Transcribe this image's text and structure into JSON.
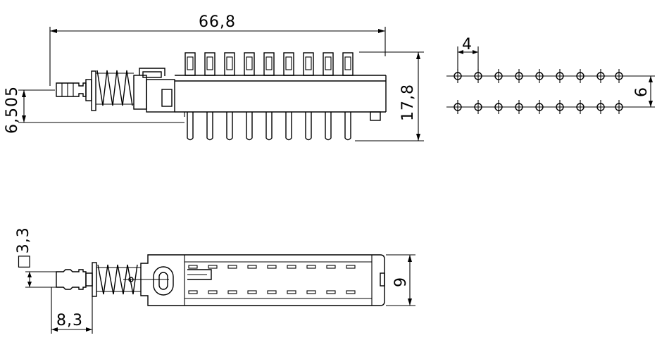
{
  "dimensions": {
    "overall_length": "66,8",
    "height": "17,8",
    "shaft_offset": "6,505",
    "pin_pitch": "4",
    "row_spacing": "6",
    "shaft_square": "□3,3",
    "shaft_length": "8,3",
    "body_width": "9"
  },
  "footprint": {
    "pins_per_row": 9,
    "rows": 2
  },
  "switch": {
    "terminal_count": 9
  },
  "colors": {
    "line": "#000000",
    "background": "#ffffff"
  }
}
